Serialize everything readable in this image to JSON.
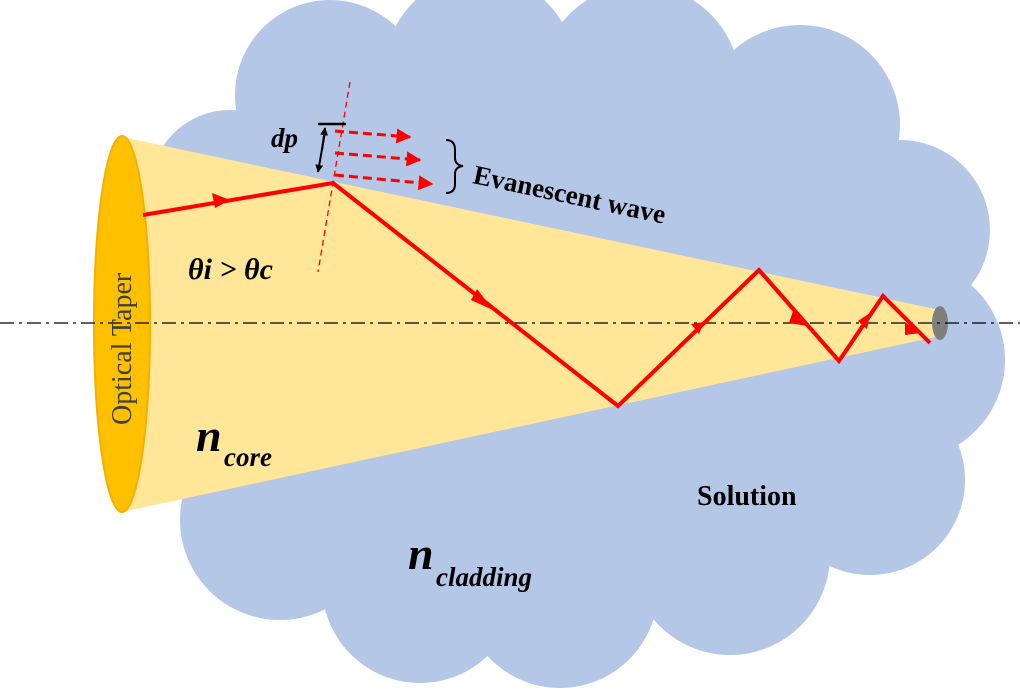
{
  "diagram": {
    "taper_label": "Optical Taper",
    "evanescent_label": "Evanescent wave",
    "penetration_label": "dp",
    "angle_condition": "θi > θc",
    "n_core_symbol": "n",
    "n_core_subscript": "core",
    "n_cladding_symbol": "n",
    "n_cladding_subscript": "cladding",
    "solution_label": "Solution"
  },
  "colors": {
    "cloud": "#b4c7e7",
    "core": "#ffe699",
    "taper_face": "#ffc000",
    "taper_edge": "#f4b000",
    "ray": "#ff0000",
    "tip": "#7f7f7f",
    "axis": "#000000"
  }
}
